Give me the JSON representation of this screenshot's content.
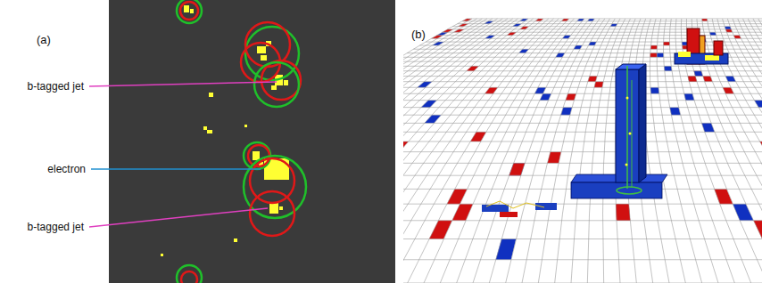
{
  "diagram": {
    "labels": [
      "(a)",
      "b-tagged jet",
      "electron",
      "b-tagged jet",
      "(b)"
    ]
  }
}
